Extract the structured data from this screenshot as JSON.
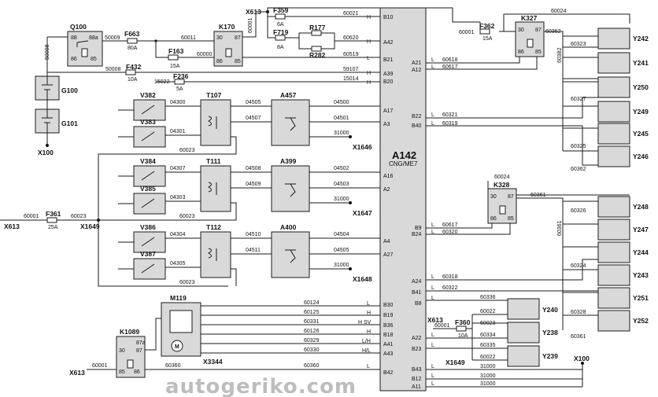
{
  "ecu": {
    "name": "A142",
    "sub": "CNG/ME7"
  },
  "watermark": "autogeriko.com",
  "components": {
    "q100": "Q100",
    "g100": "G100",
    "g101": "G101",
    "x100_left": "X100",
    "f663": "F663",
    "f663_rating": "80A",
    "f432": "F432",
    "f432_rating": "10A",
    "f163": "F163",
    "f163_rating": "15A",
    "f236": "F236",
    "f236_rating": "5A",
    "k170": "K170",
    "x613_top": "X613",
    "f359": "F359",
    "f359_rating": "6A",
    "f719": "F719",
    "f719_rating": "8A",
    "r177": "R177",
    "r282": "R282",
    "f362": "F362",
    "f362_rating": "15A",
    "k327": "K327",
    "k328": "K328",
    "v382": "V382",
    "v383": "V383",
    "t107": "T107",
    "a457": "A457",
    "x1646": "X1646",
    "v384": "V384",
    "v385": "V385",
    "t111": "T111",
    "a399": "A399",
    "x1647": "X1647",
    "v386": "V386",
    "v387": "V387",
    "t112": "T112",
    "a400": "A400",
    "x1648": "X1648",
    "x613_left": "X613",
    "f361": "F361",
    "f361_rating": "25A",
    "x1649_left": "X1649",
    "m119": "M119",
    "m_symbol": "M",
    "k1089": "K1089",
    "x613_k1089": "X613",
    "x3344": "X3344",
    "x613_f360": "X613",
    "f360": "F360",
    "f360_rating": "10A",
    "x1649_bottom": "X1649",
    "x100_bottom": "X100",
    "y242": "Y242",
    "y241": "Y241",
    "y250": "Y250",
    "y249": "Y249",
    "y245": "Y245",
    "y246": "Y246",
    "y248": "Y248",
    "y247": "Y247",
    "y244": "Y244",
    "y243": "Y243",
    "y251": "Y251",
    "y252": "Y252",
    "y240": "Y240",
    "y238": "Y238",
    "y239": "Y239"
  },
  "relay_pins": {
    "p30": "30",
    "p87": "87",
    "p86": "86",
    "p85": "85",
    "p88": "88",
    "p88a": "88a",
    "p87a": "87a"
  },
  "pins_left": {
    "b10": "B10",
    "a42": "A42",
    "b21": "B21",
    "a39": "A39",
    "b20": "B20",
    "a17": "A17",
    "a3": "A3",
    "a16": "A16",
    "a2": "A2",
    "a4": "A4",
    "a27": "A27",
    "b30": "B30",
    "b19": "B19",
    "b36": "B36",
    "b18": "B18",
    "a41": "A41",
    "a43": "A43",
    "b42": "B42"
  },
  "pins_right": {
    "a21": "A21",
    "a12": "A12",
    "b22": "B22",
    "b40": "B40",
    "b9": "B9",
    "b24": "B24",
    "a24": "A24",
    "b41": "B41",
    "b8": "B8",
    "a22": "A22",
    "b23": "B23",
    "b43": "B43",
    "b12": "B12",
    "a11": "A11"
  },
  "wires": {
    "w60021": "60021",
    "w60620": "60620",
    "w60519": "60519",
    "w59107": "59107",
    "w15014": "15014",
    "w50009": "50009",
    "w60011": "60011",
    "w50008": "50008",
    "w50008b": "50008",
    "w60000": "60000",
    "w15022": "15022",
    "w60001": "60001",
    "w60024": "60024",
    "w60001b": "60001",
    "w60362": "60362",
    "w60323": "60323",
    "w60382": "60382",
    "w60327": "60327",
    "w60325": "60325",
    "w60362b": "60362",
    "w60618": "60618",
    "w60617": "60617",
    "w60321": "60321",
    "w60319": "60319",
    "w04300": "04300",
    "w04505": "04505",
    "w04500": "04500",
    "w04301": "04301",
    "w04507": "04507",
    "w04501": "04501",
    "w31000a": "31000",
    "w60023a": "60023",
    "w04307": "04307",
    "w04508": "04508",
    "w04502": "04502",
    "w04303": "04303",
    "w04509": "04509",
    "w04503": "04503",
    "w31000b": "31000",
    "w60023b": "60023",
    "w04304": "04304",
    "w04510": "04510",
    "w04504": "04504",
    "w04305": "04305",
    "w04511": "04511",
    "w04505b": "04505",
    "w31000c": "31000",
    "w60023c": "60023",
    "w60001c": "60001",
    "w60023d": "60023",
    "w60024b": "60024",
    "w60361": "60361",
    "w60361b": "60361",
    "w60326": "60326",
    "w60617b": "60617",
    "w60320": "60320",
    "w60324": "60324",
    "w60318": "60318",
    "w60322": "60322",
    "w60336": "60336",
    "w60328": "60328",
    "w60022a": "60022",
    "w60022b": "60022",
    "w60001d": "60001",
    "w60334": "60334",
    "w60023e": "60023",
    "w60335": "60335",
    "w60361c": "60361",
    "w31000d": "31000",
    "w31000e": "31000",
    "w31000f": "31000",
    "w60124": "60124",
    "w60125": "60125",
    "w60331": "60331",
    "w60126": "60126",
    "w60329": "60329",
    "w60330": "60330",
    "w60360": "60360",
    "w60360b": "60360",
    "w60001e": "60001"
  },
  "signal_marks": {
    "h": "H",
    "l": "L",
    "hsv": "H SV",
    "lh": "L/H",
    "hl": "H/L"
  }
}
